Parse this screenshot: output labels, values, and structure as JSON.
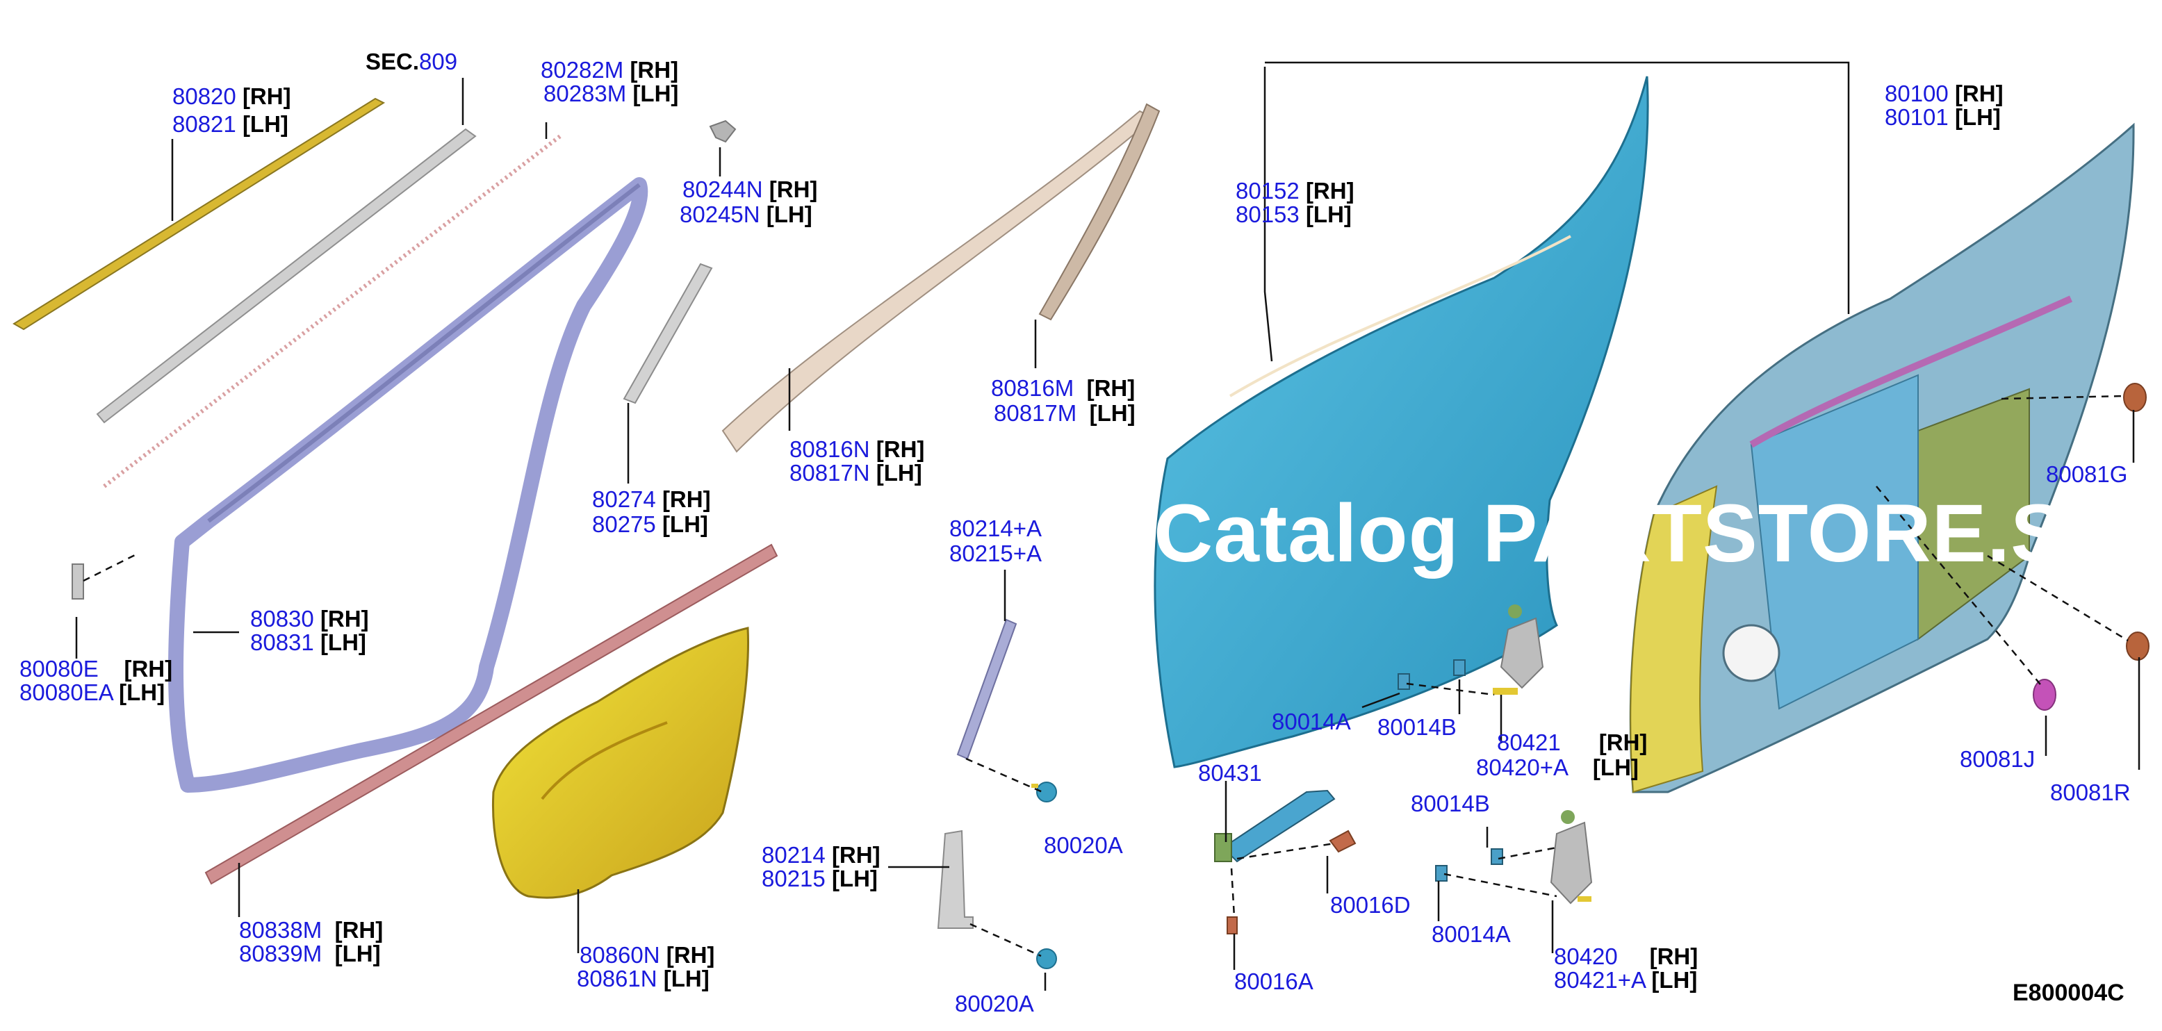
{
  "sec_prefix": "SEC.",
  "sec_number": "809",
  "watermark": "Catalog PARTSTORE.SA",
  "diagram_code": "E800004C",
  "colors": {
    "part_number": "#1a1adc",
    "door_panel": "#3fb0d6",
    "inner_frame_yellow": "#e4d75a",
    "inner_frame_green": "#8aa35a",
    "trim_yellow": "#e9d81e",
    "seal_purple": "#a3a6d6",
    "weatherstrip_red": "#c8797c",
    "garnish_grey": "#bfbfbf",
    "hinge_grey": "#b7b7b7",
    "plug_brown": "#b8643c",
    "plug_magenta": "#c452b8"
  },
  "labels": [
    {
      "id": "l1",
      "number": "80820",
      "side": "[RH]"
    },
    {
      "id": "l2",
      "number": "80821",
      "side": "[LH]"
    },
    {
      "id": "l3",
      "number": "80282M",
      "side": "[RH]"
    },
    {
      "id": "l4",
      "number": "80283M",
      "side": "[LH]"
    },
    {
      "id": "l5",
      "number": "80244N",
      "side": "[RH]"
    },
    {
      "id": "l6",
      "number": "80245N",
      "side": "[LH]"
    },
    {
      "id": "l7",
      "number": "80152",
      "side": "[RH]"
    },
    {
      "id": "l8",
      "number": "80153",
      "side": "[LH]"
    },
    {
      "id": "l9",
      "number": "80100",
      "side": "[RH]"
    },
    {
      "id": "l10",
      "number": "80101",
      "side": "[LH]"
    },
    {
      "id": "l11",
      "number": "80816M",
      "side": "[RH]"
    },
    {
      "id": "l12",
      "number": "80817M",
      "side": "[LH]"
    },
    {
      "id": "l13",
      "number": "80816N",
      "side": "[RH]"
    },
    {
      "id": "l14",
      "number": "80817N",
      "side": "[LH]"
    },
    {
      "id": "l15",
      "number": "80274",
      "side": "[RH]"
    },
    {
      "id": "l16",
      "number": "80275",
      "side": "[LH]"
    },
    {
      "id": "l17",
      "number": "80214+A",
      "side": ""
    },
    {
      "id": "l18",
      "number": "80215+A",
      "side": ""
    },
    {
      "id": "l19",
      "number": "80830",
      "side": "[RH]"
    },
    {
      "id": "l20",
      "number": "80831",
      "side": "[LH]"
    },
    {
      "id": "l21",
      "number": "80080E",
      "side": "[RH]"
    },
    {
      "id": "l22",
      "number": "80080EA",
      "side": "[LH]"
    },
    {
      "id": "l23",
      "number": "80081G",
      "side": ""
    },
    {
      "id": "l24",
      "number": "80081J",
      "side": ""
    },
    {
      "id": "l25",
      "number": "80081R",
      "side": ""
    },
    {
      "id": "l26",
      "number": "80014A",
      "side": ""
    },
    {
      "id": "l27",
      "number": "80014B",
      "side": ""
    },
    {
      "id": "l28",
      "number": "80421",
      "side": "[RH]"
    },
    {
      "id": "l29",
      "number": "80420+A",
      "side": "[LH]"
    },
    {
      "id": "l30",
      "number": "80431",
      "side": ""
    },
    {
      "id": "l31",
      "number": "80014B",
      "side": ""
    },
    {
      "id": "l32",
      "number": "80020A",
      "side": ""
    },
    {
      "id": "l33",
      "number": "80214",
      "side": "[RH]"
    },
    {
      "id": "l34",
      "number": "80215",
      "side": "[LH]"
    },
    {
      "id": "l35",
      "number": "80016D",
      "side": ""
    },
    {
      "id": "l36",
      "number": "80014A",
      "side": ""
    },
    {
      "id": "l37",
      "number": "80838M",
      "side": "[RH]"
    },
    {
      "id": "l38",
      "number": "80839M",
      "side": "[LH]"
    },
    {
      "id": "l39",
      "number": "80860N",
      "side": "[RH]"
    },
    {
      "id": "l40",
      "number": "80861N",
      "side": "[LH]"
    },
    {
      "id": "l41",
      "number": "80420",
      "side": "[RH]"
    },
    {
      "id": "l42",
      "number": "80421+A",
      "side": "[LH]"
    },
    {
      "id": "l43",
      "number": "80016A",
      "side": ""
    },
    {
      "id": "l44",
      "number": "80020A",
      "side": ""
    }
  ]
}
